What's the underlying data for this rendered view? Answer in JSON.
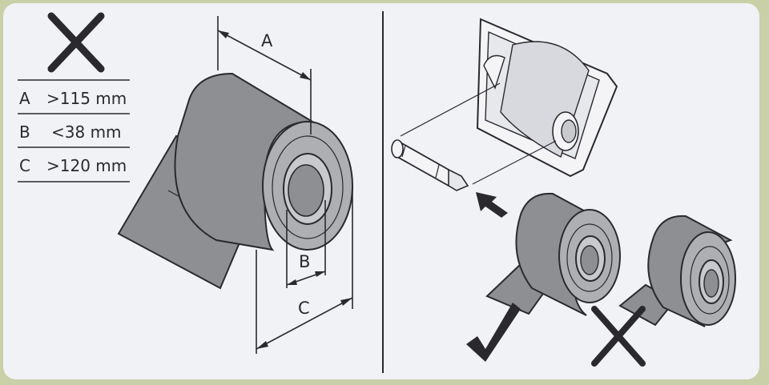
{
  "colors": {
    "background": "#c9cfa6",
    "label": "#f1f2f6",
    "ink": "#2a2a2e",
    "roll_fill": "#8e8f92",
    "roll_light": "#b1b2b5"
  },
  "left_panel": {
    "status_icon": "x-icon",
    "spec_table": [
      {
        "key": "A",
        "value": ">115 mm"
      },
      {
        "key": "B",
        "value": "<38 mm"
      },
      {
        "key": "C",
        "value": ">120 mm"
      }
    ],
    "dimension_labels": {
      "a": "A",
      "b": "B",
      "c": "C"
    }
  },
  "right_panel": {
    "holder_icon": "toilet-paper-holder-icon",
    "spindle_icon": "spindle-icon",
    "insert_arrow_icon": "arrow-icon",
    "correct_icon": "check-icon",
    "incorrect_icon": "x-icon"
  }
}
